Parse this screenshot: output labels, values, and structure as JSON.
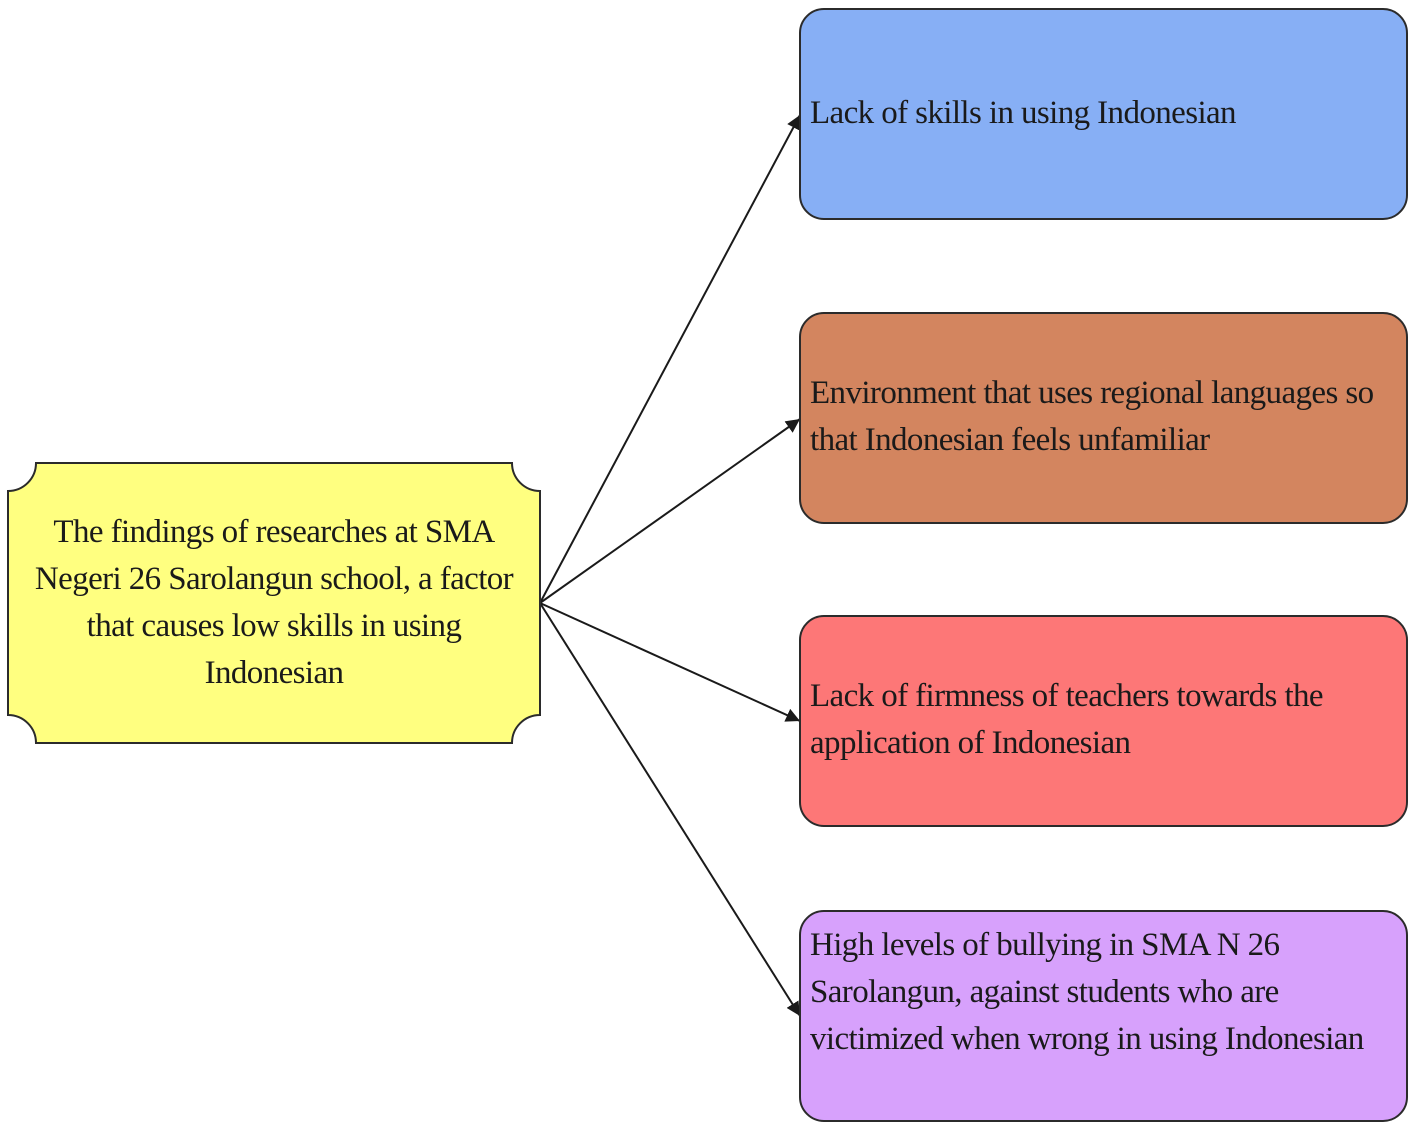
{
  "diagram": {
    "source": {
      "text": "The findings of researches at SMA Negeri 26 Sarolangun school, a factor that causes low skills in using Indonesian",
      "color": "#ffff80"
    },
    "targets": [
      {
        "text": "Lack of skills in using Indonesian",
        "color": "#87aff5"
      },
      {
        "text": "Environment that uses regional languages so that Indonesian feels unfamiliar",
        "color": "#d3855f"
      },
      {
        "text": "Lack of firmness of teachers towards the application of Indonesian",
        "color": "#fd7777"
      },
      {
        "text": "High levels of bullying in SMA N 26 Sarolangun, against students who are victimized when wrong in using Indonesian",
        "color": "#d7a1fc"
      }
    ],
    "edge_color": "#1a1a1a",
    "border_color": "#2b2b2b"
  }
}
